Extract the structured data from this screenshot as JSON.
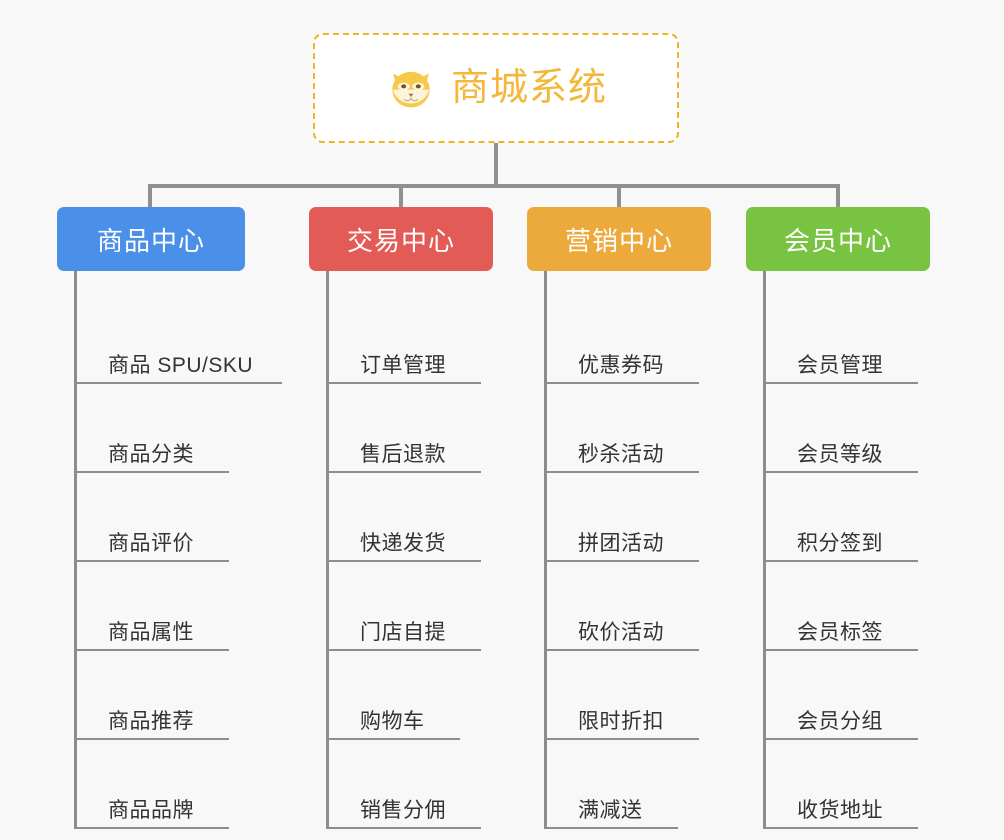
{
  "root": {
    "title": "商城系统",
    "icon": "shiba-dog-icon",
    "border_color": "#f0b429",
    "text_color": "#f3b73b"
  },
  "theme": {
    "background": "#f8f8f8",
    "connector_color": "#909090",
    "item_line_color": "#8d8d8d",
    "item_text_color": "#333333"
  },
  "columns": [
    {
      "title": "商品中心",
      "color": "#4a90e8",
      "items": [
        "商品 SPU/SKU",
        "商品分类",
        "商品评价",
        "商品属性",
        "商品推荐",
        "商品品牌"
      ]
    },
    {
      "title": "交易中心",
      "color": "#e35b57",
      "items": [
        "订单管理",
        "售后退款",
        "快递发货",
        "门店自提",
        "购物车",
        "销售分佣"
      ]
    },
    {
      "title": "营销中心",
      "color": "#eca93c",
      "items": [
        "优惠券码",
        "秒杀活动",
        "拼团活动",
        "砍价活动",
        "限时折扣",
        "满减送"
      ]
    },
    {
      "title": "会员中心",
      "color": "#79c343",
      "items": [
        "会员管理",
        "会员等级",
        "积分签到",
        "会员标签",
        "会员分组",
        "收货地址"
      ]
    }
  ]
}
